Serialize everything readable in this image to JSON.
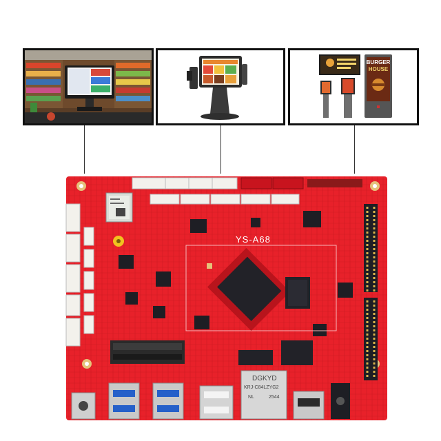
{
  "board": {
    "model": "YS-A68",
    "rj45_brand": "DGKYD",
    "rj45_part": "KRJ-C84LZYG2",
    "rj45_code": "NL",
    "rj45_batch": "2544"
  },
  "kiosk": {
    "signage_line1": "BURGER",
    "signage_line2": "HOUSE"
  },
  "colors": {
    "pcb_red": "#e8212a",
    "pcb_dark_red": "#b8141c",
    "chip_black": "#1e1e24",
    "frame_border": "#111111"
  }
}
